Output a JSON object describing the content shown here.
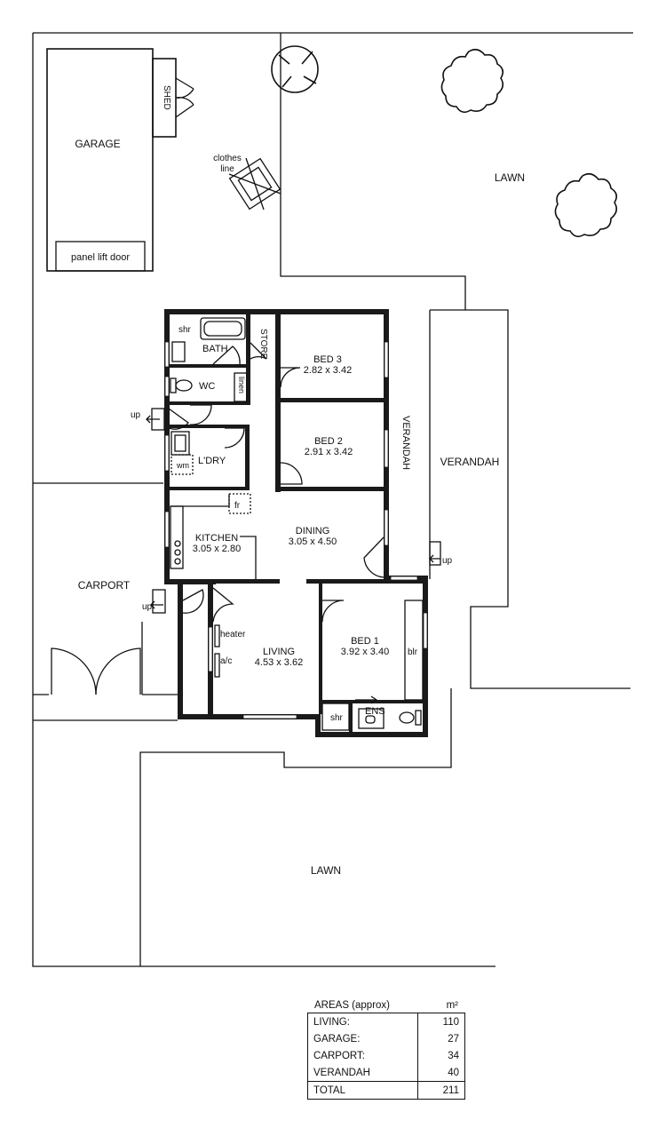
{
  "site": {
    "lawn_top": "LAWN",
    "lawn_bottom": "LAWN",
    "garage": "GARAGE",
    "panel_lift_door": "panel lift door",
    "shed": "SHED",
    "clothes_line_1": "clothes",
    "clothes_line_2": "line",
    "carport": "CARPORT",
    "verandah_side": "VERANDAH",
    "verandah_rear": "VERANDAH",
    "up_1": "up",
    "up_2": "up",
    "up_3": "up"
  },
  "rooms": {
    "bath": "BATH",
    "bath_shr": "shr",
    "store": "STORE",
    "wc": "WC",
    "linen": "linen",
    "bed3_name": "BED 3",
    "bed3_size": "2.82 x 3.42",
    "bed2_name": "BED 2",
    "bed2_size": "2.91 x 3.42",
    "ldry": "L'DRY",
    "wm": "wm",
    "fr": "fr",
    "kitchen_name": "KITCHEN",
    "kitchen_size": "3.05 x 2.80",
    "dining_name": "DINING",
    "dining_size": "3.05 x 4.50",
    "living_name": "LIVING",
    "living_size": "4.53 x 3.62",
    "heater": "heater",
    "ac": "a/c",
    "bed1_name": "BED 1",
    "bed1_size": "3.92 x 3.40",
    "blr": "blr",
    "ens": "ENS",
    "ens_shr": "shr"
  },
  "areas": {
    "title": "AREAS (approx)",
    "unit": "m²",
    "rows": [
      {
        "label": "LIVING:",
        "value": "110"
      },
      {
        "label": "GARAGE:",
        "value": "27"
      },
      {
        "label": "CARPORT:",
        "value": "34"
      },
      {
        "label": "VERANDAH",
        "value": "40"
      }
    ],
    "total_label": "TOTAL",
    "total_value": "211"
  }
}
